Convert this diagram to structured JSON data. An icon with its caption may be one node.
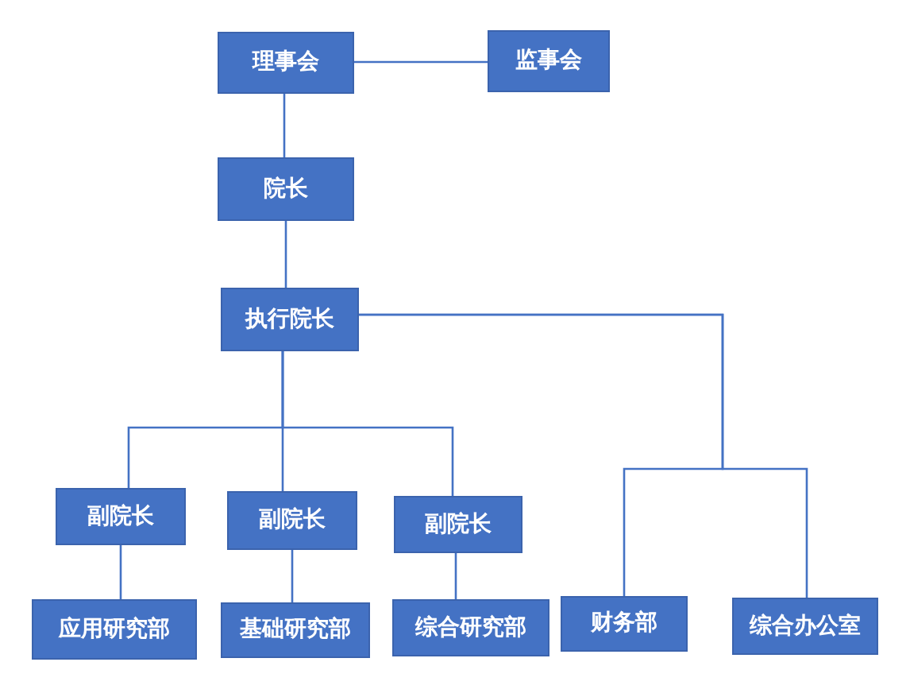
{
  "diagram": {
    "nodes": [
      {
        "text": [
          "理事会"
        ]
      },
      {
        "text": [
          "监事会"
        ]
      },
      {
        "text": [
          "院长"
        ]
      },
      {
        "text": [
          "执行院长"
        ]
      },
      {
        "text": [
          "副院长"
        ]
      },
      {
        "text": [
          "副院长"
        ]
      },
      {
        "text": [
          "副院长"
        ]
      },
      {
        "text": [
          "应用研究部"
        ]
      },
      {
        "text": [
          "基础研究部"
        ]
      },
      {
        "text": [
          "综合研究部"
        ]
      },
      {
        "text": [
          "财务部"
        ]
      },
      {
        "text": [
          "综合办公室"
        ]
      }
    ],
    "edges": [
      {
        "from": 0,
        "to": 1,
        "arrow": "none"
      },
      {
        "from": 0,
        "to": 2,
        "arrow": "none"
      },
      {
        "from": 2,
        "to": 3,
        "arrow": "none"
      },
      {
        "from": 3,
        "to": 4,
        "arrow": "none"
      },
      {
        "from": 3,
        "to": 5,
        "arrow": "none"
      },
      {
        "from": 3,
        "to": 6,
        "arrow": "none"
      },
      {
        "from": 3,
        "to": 10,
        "arrow": "none"
      },
      {
        "from": 3,
        "to": 11,
        "arrow": "none"
      },
      {
        "from": 4,
        "to": 7,
        "arrow": "none"
      },
      {
        "from": 5,
        "to": 8,
        "arrow": "none"
      },
      {
        "from": 6,
        "to": 9,
        "arrow": "none"
      }
    ]
  }
}
